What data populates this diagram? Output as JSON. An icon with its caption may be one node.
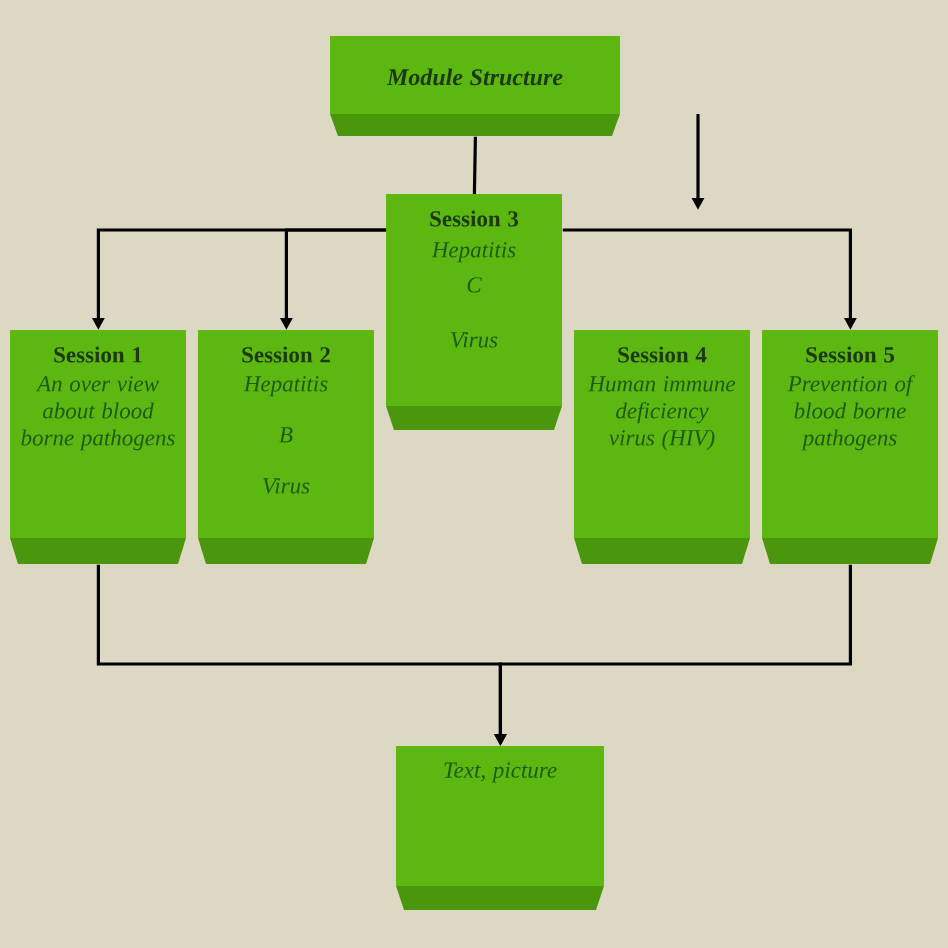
{
  "diagram": {
    "nodes": [
      {
        "text": [
          "Module Structure"
        ]
      },
      {
        "text": [
          "Session 3",
          "Hepatitis",
          "C",
          "Virus"
        ]
      },
      {
        "text": [
          "Session 1",
          "An over view about blood borne pathogens"
        ]
      },
      {
        "text": [
          "Session 2",
          "Hepatitis",
          "B",
          "Virus"
        ]
      },
      {
        "text": [
          "Session 4",
          "Human immune deficiency virus (HIV)"
        ]
      },
      {
        "text": [
          "Session 5",
          "Prevention of blood borne pathogens"
        ]
      },
      {
        "text": [
          "Text, picture"
        ]
      }
    ],
    "edges": [
      {
        "from": 0,
        "to": 1,
        "arrow": "none"
      },
      {
        "from": 1,
        "to": 2,
        "arrow": "to"
      },
      {
        "from": 1,
        "to": 3,
        "arrow": "to"
      },
      {
        "from": 1,
        "to": 5,
        "arrow": "to"
      },
      {
        "from": 2,
        "to": 6,
        "arrow": "to"
      },
      {
        "from": 5,
        "to": 6,
        "arrow": "to"
      }
    ]
  }
}
